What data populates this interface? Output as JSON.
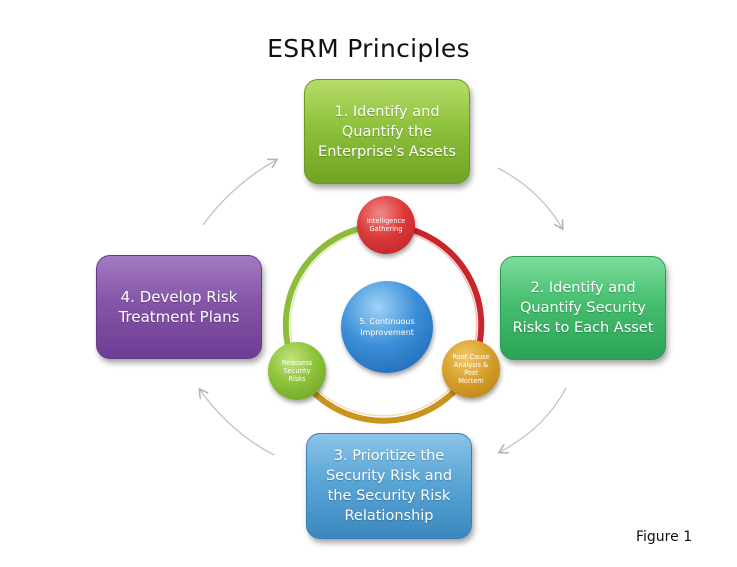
{
  "title": "ESRM Principles",
  "steps": [
    {
      "label": "1. Identify and\nQuantify the\nEnterprise's Assets",
      "color": "#8ec23c"
    },
    {
      "label": "2. Identify and\nQuantify Security\nRisks to Each Asset",
      "color": "#45be6f"
    },
    {
      "label": "3. Prioritize the\nSecurity Risk and\nthe Security Risk\nRelationship",
      "color": "#5aa6d6"
    },
    {
      "label": "4. Develop Risk\nTreatment Plans",
      "color": "#8455a8"
    }
  ],
  "cycle": [
    {
      "label": "Intelligence\nGathering",
      "color": "#dc3a3a"
    },
    {
      "label": "Root Cause\nAnalysis &\nPost\nMortem",
      "color": "#d8a12c"
    },
    {
      "label": "Reassess\nSecurity\nRisks",
      "color": "#8dc23a"
    }
  ],
  "center": {
    "label": "5. Continuous\nImprovement",
    "color": "#3b8fd8"
  },
  "figure_label": "Figure 1"
}
